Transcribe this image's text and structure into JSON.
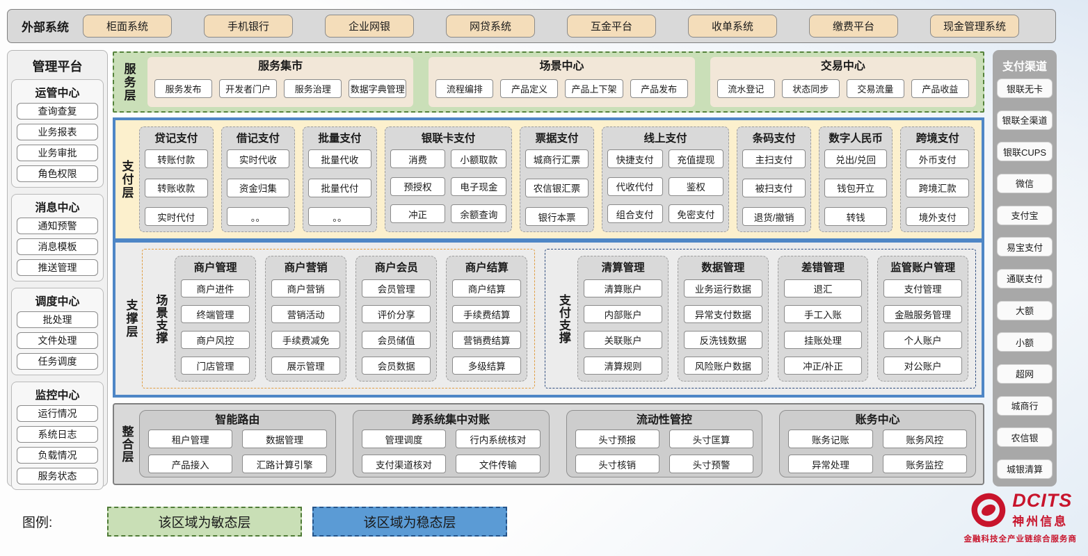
{
  "external_systems": {
    "label": "外部系统",
    "items": [
      "柜面系统",
      "手机银行",
      "企业网银",
      "网贷系统",
      "互金平台",
      "收单系统",
      "缴费平台",
      "现金管理系统"
    ]
  },
  "management_platform": {
    "title": "管理平台",
    "groups": [
      {
        "title": "运管中心",
        "items": [
          "查询查复",
          "业务报表",
          "业务审批",
          "角色权限"
        ]
      },
      {
        "title": "消息中心",
        "items": [
          "通知预警",
          "消息模板",
          "推送管理"
        ]
      },
      {
        "title": "调度中心",
        "items": [
          "批处理",
          "文件处理",
          "任务调度"
        ]
      },
      {
        "title": "监控中心",
        "items": [
          "运行情况",
          "系统日志",
          "负载情况",
          "服务状态"
        ]
      }
    ]
  },
  "service_layer": {
    "label": "服务层",
    "sections": [
      {
        "title": "服务集市",
        "items": [
          "服务发布",
          "开发者门户",
          "服务治理",
          "数据字典管理"
        ]
      },
      {
        "title": "场景中心",
        "items": [
          "流程编排",
          "产品定义",
          "产品上下架",
          "产品发布"
        ]
      },
      {
        "title": "交易中心",
        "items": [
          "流水登记",
          "状态同步",
          "交易流量",
          "产品收益"
        ]
      }
    ]
  },
  "payment_layer": {
    "label": "支付层",
    "columns": [
      {
        "title": "贷记支付",
        "items": [
          "转账付款",
          "转账收款",
          "实时代付"
        ]
      },
      {
        "title": "借记支付",
        "items": [
          "实时代收",
          "资金归集",
          "。。"
        ]
      },
      {
        "title": "批量支付",
        "items": [
          "批量代收",
          "批量代付",
          "。。"
        ]
      },
      {
        "title": "银联卡支付",
        "items": [
          "消费",
          "小额取款",
          "预授权",
          "电子现金",
          "冲正",
          "余额查询"
        ]
      },
      {
        "title": "票据支付",
        "items": [
          "城商行汇票",
          "农信银汇票",
          "银行本票"
        ]
      },
      {
        "title": "线上支付",
        "items": [
          "快捷支付",
          "充值提现",
          "代收代付",
          "鉴权",
          "组合支付",
          "免密支付"
        ]
      },
      {
        "title": "条码支付",
        "items": [
          "主扫支付",
          "被扫支付",
          "退货/撤销"
        ]
      },
      {
        "title": "数字人民币",
        "items": [
          "兑出/兑回",
          "钱包开立",
          "转钱"
        ]
      },
      {
        "title": "跨境支付",
        "items": [
          "外币支付",
          "跨境汇款",
          "境外支付"
        ]
      }
    ]
  },
  "support_layer": {
    "label": "支撑层",
    "groups": [
      {
        "label": "场景支撑",
        "type": "scene",
        "columns": [
          {
            "title": "商户管理",
            "items": [
              "商户进件",
              "终端管理",
              "商户风控",
              "门店管理"
            ]
          },
          {
            "title": "商户营销",
            "items": [
              "商户营销",
              "营销活动",
              "手续费减免",
              "展示管理"
            ]
          },
          {
            "title": "商户会员",
            "items": [
              "会员管理",
              "评价分享",
              "会员储值",
              "会员数据"
            ]
          },
          {
            "title": "商户结算",
            "items": [
              "商户结算",
              "手续费结算",
              "营销费结算",
              "多级结算"
            ]
          }
        ]
      },
      {
        "label": "支付支撑",
        "type": "pay",
        "columns": [
          {
            "title": "清算管理",
            "items": [
              "清算账户",
              "内部账户",
              "关联账户",
              "清算规则"
            ]
          },
          {
            "title": "数据管理",
            "items": [
              "业务运行数据",
              "异常支付数据",
              "反洗钱数据",
              "风险账户数据"
            ]
          },
          {
            "title": "差错管理",
            "items": [
              "退汇",
              "手工入账",
              "挂账处理",
              "冲正/补正"
            ]
          },
          {
            "title": "监管账户管理",
            "items": [
              "支付管理",
              "金融服务管理",
              "个人账户",
              "对公账户"
            ]
          }
        ]
      }
    ]
  },
  "integration_layer": {
    "label": "整合层",
    "sections": [
      {
        "title": "智能路由",
        "items": [
          "租户管理",
          "数据管理",
          "产品接入",
          "汇路计算引擎"
        ]
      },
      {
        "title": "跨系统集中对账",
        "items": [
          "管理调度",
          "行内系统核对",
          "支付渠道核对",
          "文件传输"
        ]
      },
      {
        "title": "流动性管控",
        "items": [
          "头寸预报",
          "头寸匡算",
          "头寸核销",
          "头寸预警"
        ]
      },
      {
        "title": "账务中心",
        "items": [
          "账务记账",
          "账务风控",
          "异常处理",
          "账务监控"
        ]
      }
    ]
  },
  "payment_channels": {
    "title": "支付渠道",
    "items": [
      "银联无卡",
      "银联全渠道",
      "银联CUPS",
      "微信",
      "支付宝",
      "易宝支付",
      "通联支付",
      "大额",
      "小额",
      "超网",
      "城商行",
      "农信银",
      "城银清算"
    ]
  },
  "legend": {
    "label": "图例:",
    "items": [
      {
        "text": "该区域为敏态层",
        "type": "agile"
      },
      {
        "text": "该区域为稳态层",
        "type": "stable"
      }
    ]
  },
  "logo": {
    "brand": "DCITS",
    "name": "神州信息",
    "tagline": "金融科技全产业链综合服务商"
  },
  "colors": {
    "stable_blue": "#4e86c6",
    "agile_green": "#cadfb8",
    "payment_cream": "#fcf0cd",
    "external_tan": "#f4ddba",
    "scene_orange": "#e09c3f",
    "pay_navy": "#2e4c7e",
    "brand_red": "#c8142c"
  }
}
